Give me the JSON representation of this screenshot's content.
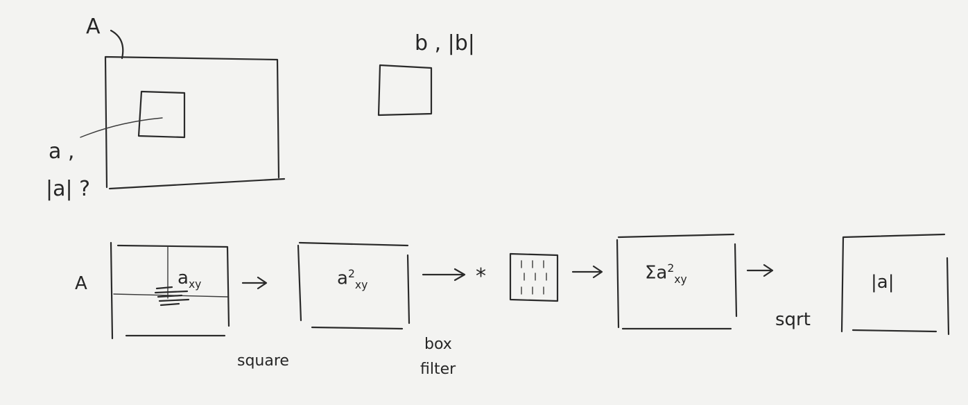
{
  "top": {
    "label_A": "A",
    "label_b": "b , |b|",
    "label_a": "a ,",
    "label_abs_a": "|a| ?"
  },
  "pipeline": {
    "label_A": "A",
    "cell_label": "a",
    "cell_sub": "xy",
    "square_label": "square",
    "squared_base": "a",
    "squared_sup": "2",
    "squared_sub": "xy",
    "convolve": "*",
    "filter_label_line1": "box",
    "filter_label_line2": "filter",
    "sum_symbol": "Σa",
    "sum_sup": "2",
    "sum_sub": "xy",
    "sqrt_label": "sqrt",
    "result_label": "|a|"
  }
}
